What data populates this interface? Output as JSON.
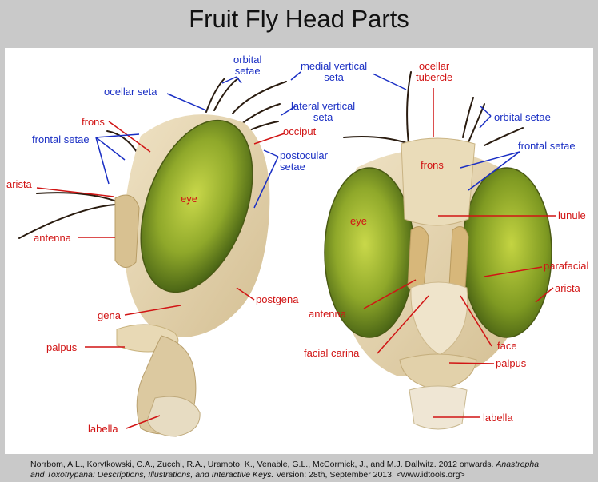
{
  "title": "Fruit Fly Head Parts",
  "colors": {
    "red": "#d11414",
    "blue": "#1a2fc4",
    "background": "#c9c9c9"
  },
  "lateral_view": {
    "labels": {
      "orbital_setae": [
        "orbital",
        "setae"
      ],
      "ocellar_seta": "ocellar seta",
      "medial_vertical_seta": [
        "medial vertical",
        "seta"
      ],
      "lateral_vertical_seta": [
        "lateral vertical",
        "seta"
      ],
      "frons": "frons",
      "occiput": "occiput",
      "frontal_setae": "frontal setae",
      "postocular_setae": [
        "postocular",
        "setae"
      ],
      "arista": "arista",
      "eye": "eye",
      "antenna": "antenna",
      "postgena": "postgena",
      "gena": "gena",
      "palpus": "palpus",
      "labella": "labella"
    }
  },
  "frontal_view": {
    "labels": {
      "ocellar_tubercle": [
        "ocellar",
        "tubercle"
      ],
      "orbital_setae": "orbital setae",
      "frontal_setae": "frontal setae",
      "frons": "frons",
      "eye": "eye",
      "lunule": "lunule",
      "parafacial": "parafacial",
      "arista": "arista",
      "antenna": "antenna",
      "face": "face",
      "facial_carina": "facial carina",
      "palpus": "palpus",
      "labella": "labella"
    }
  },
  "citation": {
    "part1": "Norrbom, A.L., Korytkowski, C.A., Zucchi, R.A., Uramoto, K., Venable, G.L., McCormick, J., and M.J. Dallwitz. 2012 onwards. ",
    "italic1": "Anastrepha",
    "part2_newline": "and Toxotrypana: Descriptions, Illustrations, and Interactive Keys.",
    "part3": " Version: 28th, September 2013. <www.idtools.org>"
  }
}
